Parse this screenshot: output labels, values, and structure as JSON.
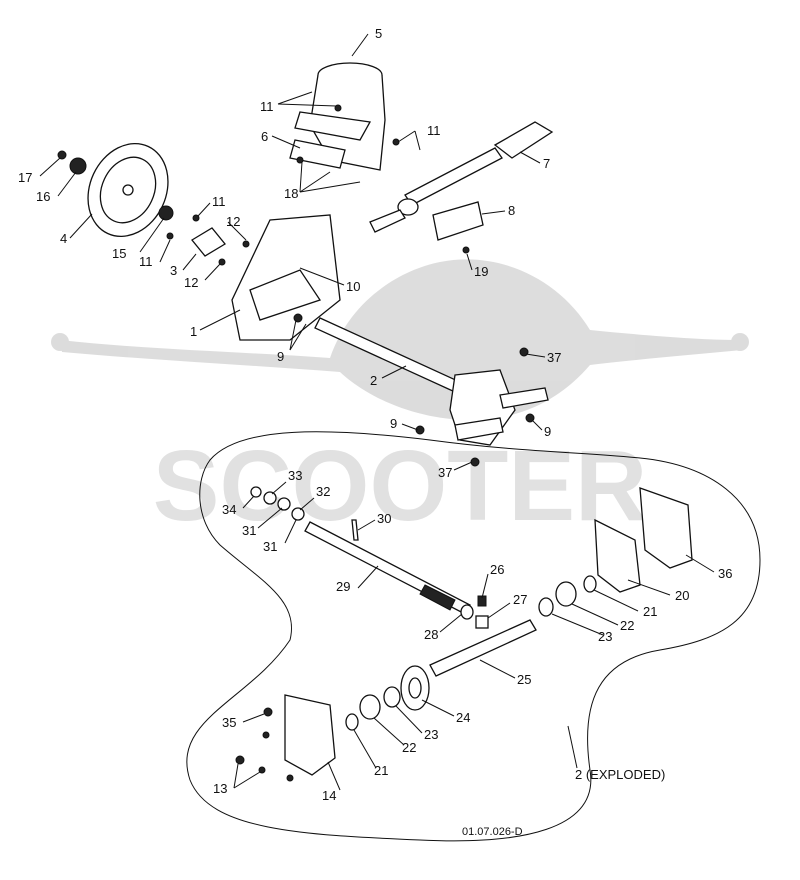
{
  "watermark": {
    "text": "SCOOTER"
  },
  "callouts": [
    {
      "id": "c1",
      "text": "1"
    },
    {
      "id": "c2",
      "text": "2"
    },
    {
      "id": "c3",
      "text": "3"
    },
    {
      "id": "c4",
      "text": "4"
    },
    {
      "id": "c5",
      "text": "5"
    },
    {
      "id": "c6",
      "text": "6"
    },
    {
      "id": "c7",
      "text": "7"
    },
    {
      "id": "c8",
      "text": "8"
    },
    {
      "id": "c9a",
      "text": "9"
    },
    {
      "id": "c9b",
      "text": "9"
    },
    {
      "id": "c9c",
      "text": "9"
    },
    {
      "id": "c10",
      "text": "10"
    },
    {
      "id": "c11a",
      "text": "11"
    },
    {
      "id": "c11b",
      "text": "11"
    },
    {
      "id": "c11c",
      "text": "11"
    },
    {
      "id": "c11d",
      "text": "11"
    },
    {
      "id": "c12a",
      "text": "12"
    },
    {
      "id": "c12b",
      "text": "12"
    },
    {
      "id": "c13",
      "text": "13"
    },
    {
      "id": "c14",
      "text": "14"
    },
    {
      "id": "c15",
      "text": "15"
    },
    {
      "id": "c16",
      "text": "16"
    },
    {
      "id": "c17",
      "text": "17"
    },
    {
      "id": "c18",
      "text": "18"
    },
    {
      "id": "c19",
      "text": "19"
    },
    {
      "id": "c20",
      "text": "20"
    },
    {
      "id": "c21a",
      "text": "21"
    },
    {
      "id": "c21b",
      "text": "21"
    },
    {
      "id": "c22a",
      "text": "22"
    },
    {
      "id": "c22b",
      "text": "22"
    },
    {
      "id": "c23a",
      "text": "23"
    },
    {
      "id": "c23b",
      "text": "23"
    },
    {
      "id": "c24",
      "text": "24"
    },
    {
      "id": "c25",
      "text": "25"
    },
    {
      "id": "c26",
      "text": "26"
    },
    {
      "id": "c27",
      "text": "27"
    },
    {
      "id": "c28",
      "text": "28"
    },
    {
      "id": "c29",
      "text": "29"
    },
    {
      "id": "c30",
      "text": "30"
    },
    {
      "id": "c31a",
      "text": "31"
    },
    {
      "id": "c31b",
      "text": "31"
    },
    {
      "id": "c32",
      "text": "32"
    },
    {
      "id": "c33",
      "text": "33"
    },
    {
      "id": "c34",
      "text": "34"
    },
    {
      "id": "c35",
      "text": "35"
    },
    {
      "id": "c36",
      "text": "36"
    },
    {
      "id": "c37a",
      "text": "37"
    },
    {
      "id": "c37b",
      "text": "37"
    }
  ],
  "exploded_label": "2 (EXPLODED)",
  "drawing_number": "01.07.026-D"
}
